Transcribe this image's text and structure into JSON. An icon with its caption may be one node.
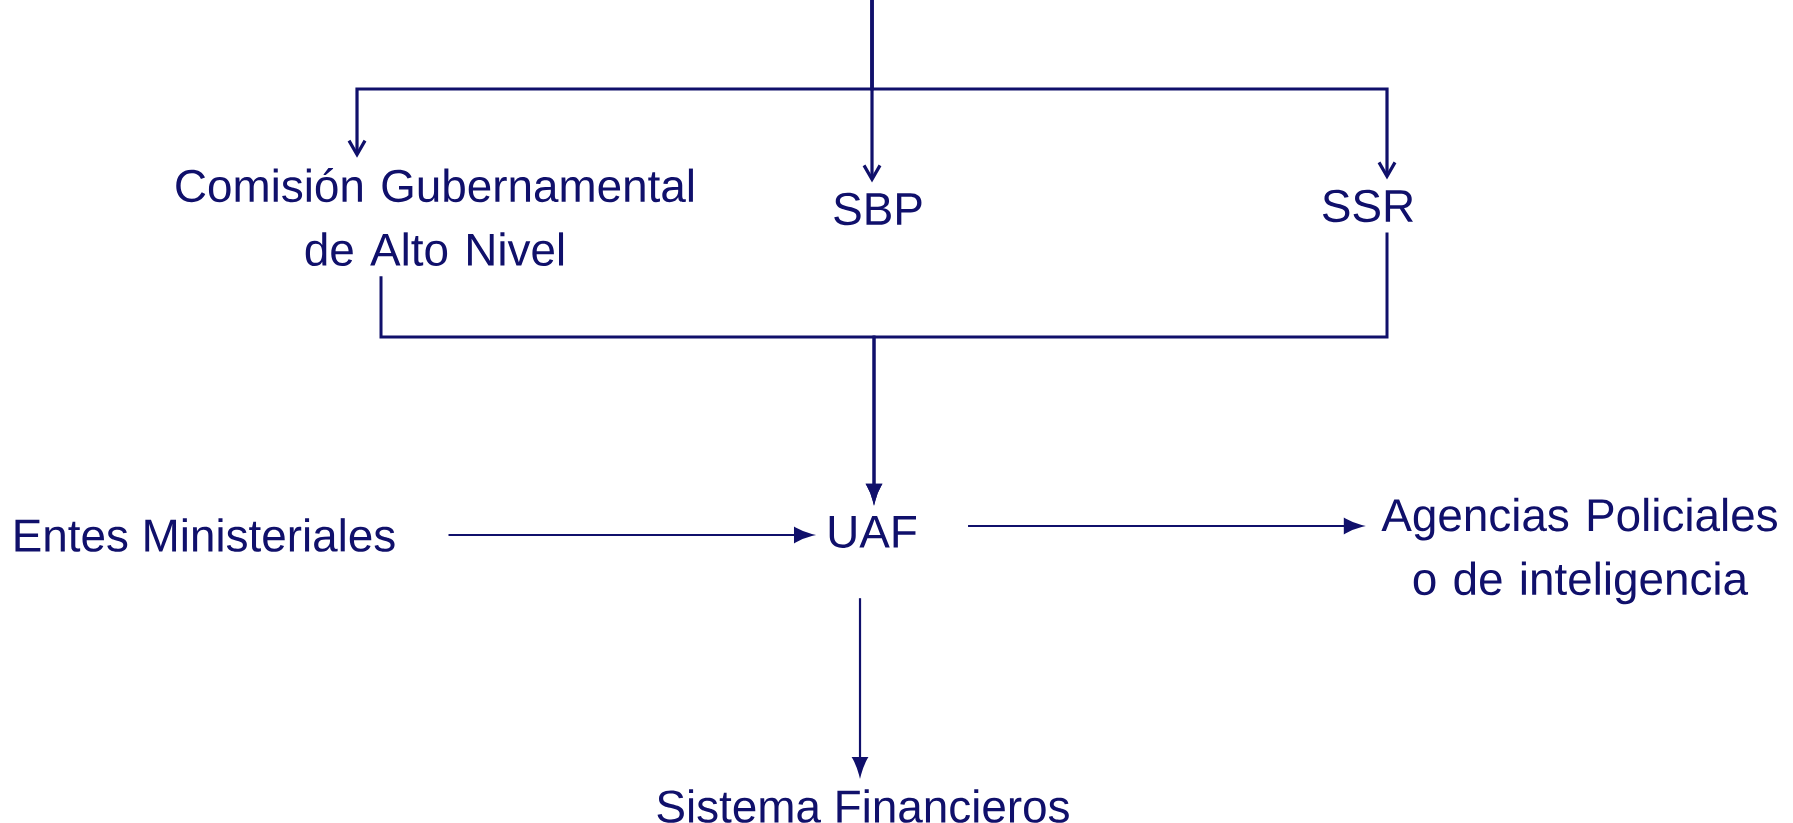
{
  "diagram": {
    "nodes": [
      {
        "text": [
          "Comisión Gubernamental de Alto Nivel"
        ]
      },
      {
        "text": [
          "SBP"
        ]
      },
      {
        "text": [
          "SSR"
        ]
      },
      {
        "text": [
          "UAF"
        ]
      },
      {
        "text": [
          "Entes Ministeriales"
        ]
      },
      {
        "text": [
          "Agencias Policiales o de inteligencia"
        ]
      },
      {
        "text": [
          "Sistema Financieros"
        ]
      }
    ],
    "edges": [
      {
        "from": null,
        "to": 0,
        "arrow": "to"
      },
      {
        "from": null,
        "to": 1,
        "arrow": "to"
      },
      {
        "from": null,
        "to": 2,
        "arrow": "to"
      },
      {
        "from": 0,
        "to": 3,
        "arrow": "to"
      },
      {
        "from": 2,
        "to": 3,
        "arrow": "to"
      },
      {
        "from": 4,
        "to": 3,
        "arrow": "to"
      },
      {
        "from": 3,
        "to": 5,
        "arrow": "to"
      },
      {
        "from": 3,
        "to": 6,
        "arrow": "to"
      }
    ]
  }
}
